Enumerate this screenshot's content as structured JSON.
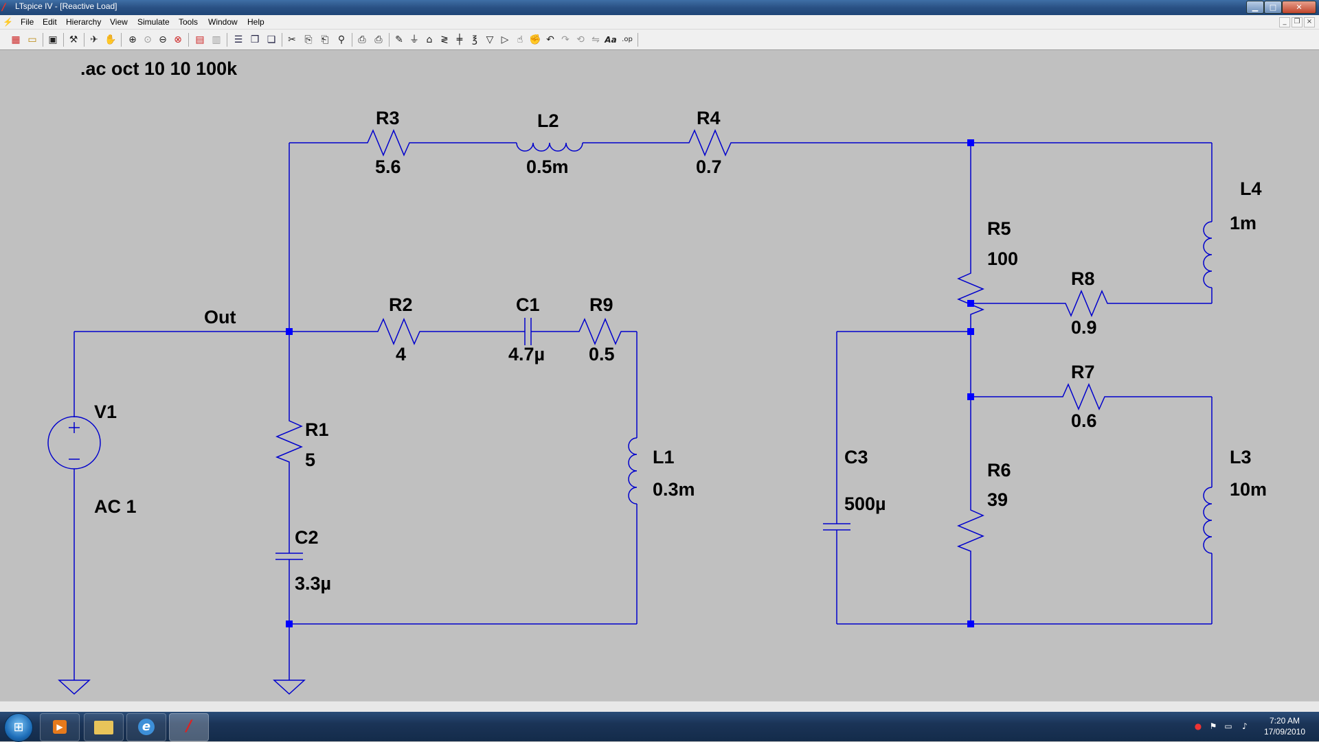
{
  "window": {
    "title": "LTspice IV - [Reactive Load]",
    "app_icon": "ltspice-icon",
    "controls": [
      "minimize-icon",
      "maximize-icon",
      "close-icon"
    ]
  },
  "menu": {
    "items": [
      "File",
      "Edit",
      "Hierarchy",
      "View",
      "Simulate",
      "Tools",
      "Window",
      "Help"
    ]
  },
  "toolbar": {
    "icons": [
      "new-schematic-icon",
      "open-icon",
      "save-icon",
      "control-panel-icon",
      "run-icon",
      "halt-icon",
      "zoom-in-icon",
      "zoom-pan-icon",
      "zoom-out-icon",
      "zoom-fit-icon",
      "autorange-icon",
      "waveform-icon",
      "tile-horizontal-icon",
      "cascade-icon",
      "tile-icon",
      "cut-icon",
      "copy-icon",
      "paste-icon",
      "find-icon",
      "print-setup-icon",
      "print-icon",
      "wire-icon",
      "ground-icon",
      "label-net-icon",
      "resistor-icon",
      "capacitor-icon",
      "inductor-icon",
      "diode-icon",
      "component-icon",
      "move-icon",
      "drag-icon",
      "undo-icon",
      "redo-icon",
      "rotate-icon",
      "mirror-icon",
      "text-icon",
      "spice-directive-icon"
    ]
  },
  "schematic": {
    "directive": ".ac oct 10 10 100k",
    "net_label": "Out",
    "source": {
      "ref": "V1",
      "value": "AC 1"
    },
    "components": {
      "R1": {
        "ref": "R1",
        "value": "5"
      },
      "R2": {
        "ref": "R2",
        "value": "4"
      },
      "R3": {
        "ref": "R3",
        "value": "5.6"
      },
      "R4": {
        "ref": "R4",
        "value": "0.7"
      },
      "R5": {
        "ref": "R5",
        "value": "100"
      },
      "R6": {
        "ref": "R6",
        "value": "39"
      },
      "R7": {
        "ref": "R7",
        "value": "0.6"
      },
      "R8": {
        "ref": "R8",
        "value": "0.9"
      },
      "R9": {
        "ref": "R9",
        "value": "0.5"
      },
      "C1": {
        "ref": "C1",
        "value": "4.7µ"
      },
      "C2": {
        "ref": "C2",
        "value": "3.3µ"
      },
      "C3": {
        "ref": "C3",
        "value": "500µ"
      },
      "L1": {
        "ref": "L1",
        "value": "0.3m"
      },
      "L2": {
        "ref": "L2",
        "value": "0.5m"
      },
      "L3": {
        "ref": "L3",
        "value": "10m"
      },
      "L4": {
        "ref": "L4",
        "value": "1m"
      }
    },
    "colors": {
      "wire": "#0000cc",
      "junction": "#0000ff",
      "background": "#c0c0c0"
    }
  },
  "taskbar": {
    "start_icon": "windows-start-icon",
    "pinned": [
      "media-player-icon",
      "explorer-folder-icon",
      "internet-explorer-icon",
      "ltspice-taskbar-icon"
    ],
    "tray_icons": [
      "antivirus-icon",
      "action-center-flag-icon",
      "network-icon",
      "volume-icon"
    ],
    "time": "7:20 AM",
    "date": "17/09/2010"
  }
}
